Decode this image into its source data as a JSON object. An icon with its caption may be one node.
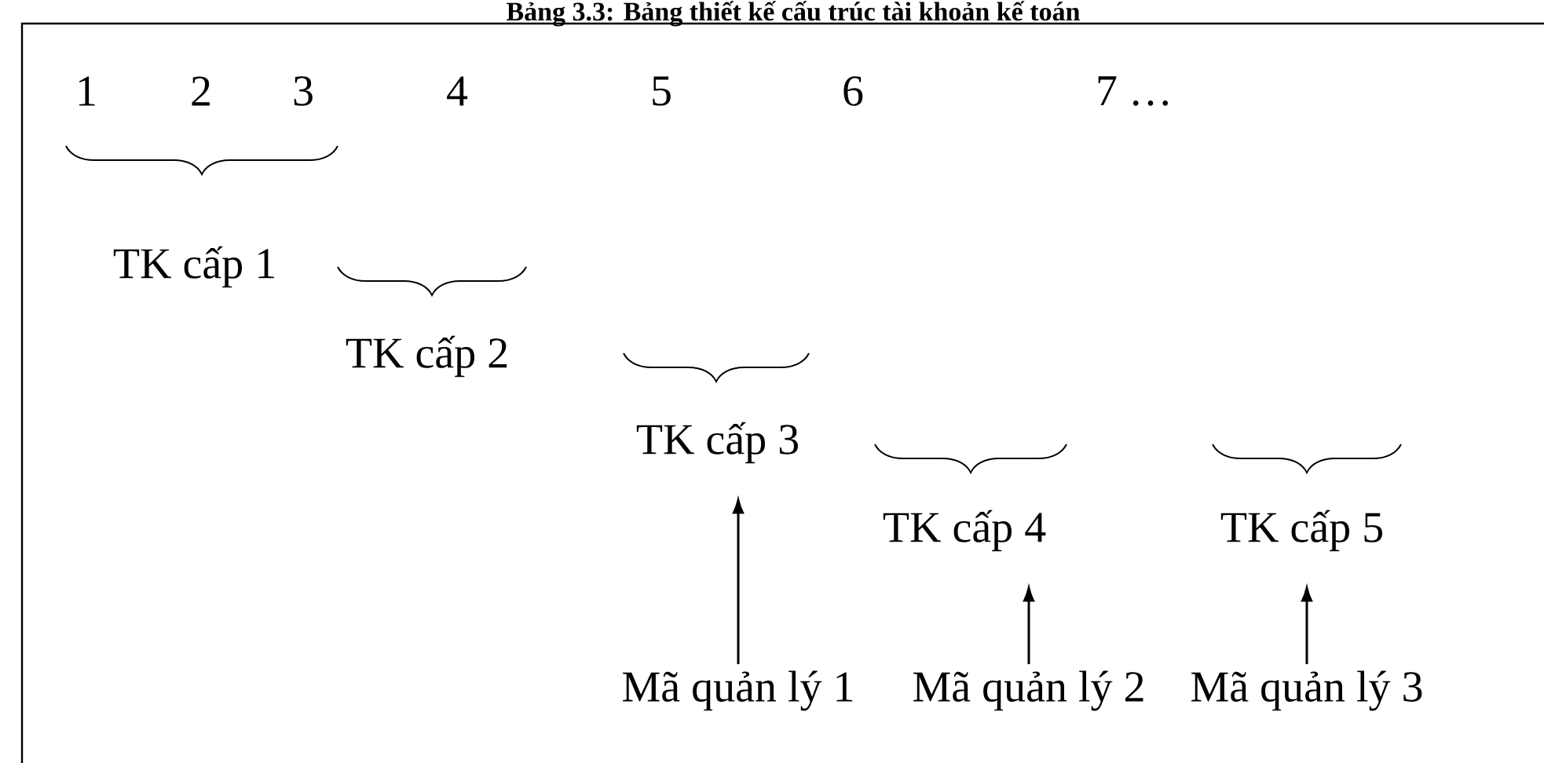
{
  "diagram": {
    "title": "Bảng 3.3: Bảng thiết kế cấu trúc tài khoản kế toán",
    "nodes": [
      {
        "text": [
          "TK cấp 1"
        ]
      },
      {
        "text": [
          "TK cấp 2"
        ]
      },
      {
        "text": [
          "TK cấp 3"
        ]
      },
      {
        "text": [
          "TK cấp 4"
        ]
      },
      {
        "text": [
          "TK cấp 5"
        ]
      },
      {
        "text": [
          "Mã quản lý 1"
        ]
      },
      {
        "text": [
          "Mã quản lý 2"
        ]
      },
      {
        "text": [
          "Mã quản lý 3"
        ]
      }
    ],
    "edges": [
      {
        "from": 5,
        "to": 2,
        "arrow": "to"
      },
      {
        "from": 6,
        "to": 3,
        "arrow": "to"
      },
      {
        "from": 7,
        "to": 4,
        "arrow": "to"
      }
    ],
    "labels": [
      "1",
      "2",
      "3",
      "4",
      "5",
      "6",
      "7 …"
    ]
  }
}
